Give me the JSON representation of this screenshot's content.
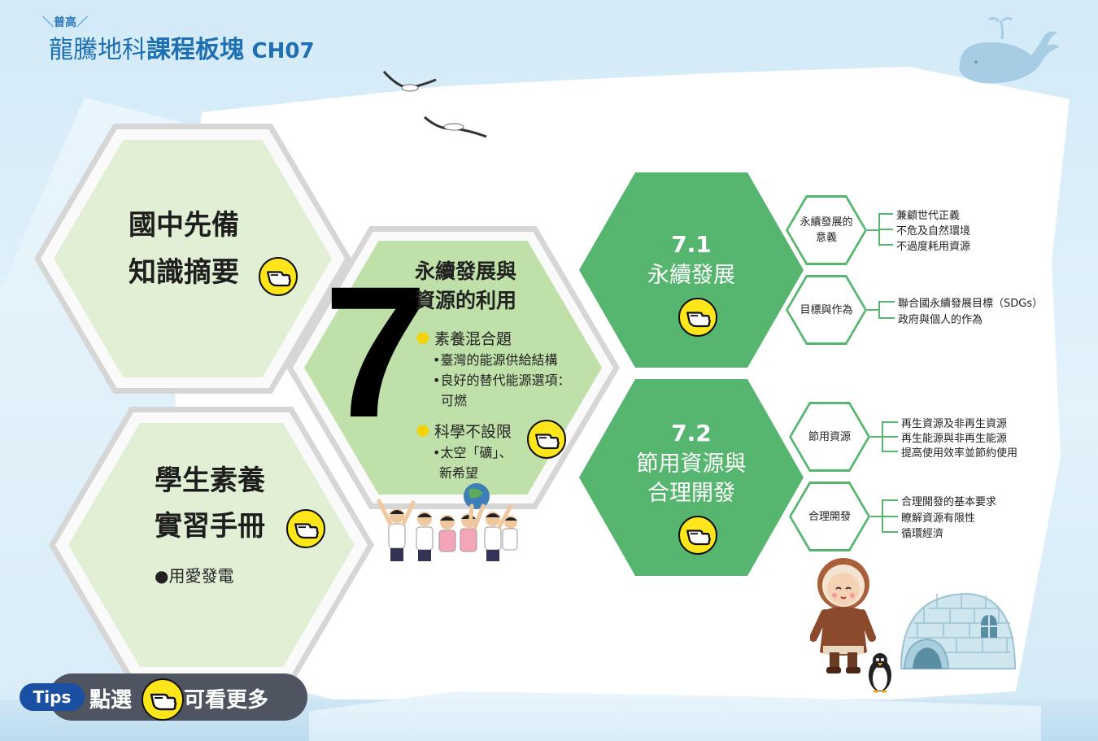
{
  "header": {
    "sub_label": "普高",
    "title_light": "龍騰地科",
    "title_bold": "課程板塊",
    "chapter": "CH07"
  },
  "left_hexes": {
    "prereq": {
      "line1": "國中先備",
      "line2": "知識摘要"
    },
    "workbook": {
      "line1": "學生素養",
      "line2": "實習手冊",
      "bullet": "●用愛發電"
    }
  },
  "center_hex": {
    "chapter_number": "7",
    "title_line1": "永續發展與",
    "title_line2": "資源的利用",
    "section1": {
      "heading": "素養混合題",
      "items": [
        "•臺灣的能源供給結構",
        "•良好的替代能源選項：",
        "可燃"
      ]
    },
    "section2": {
      "heading": "科學不設限",
      "items": [
        "•太空「礦」、",
        "新希望"
      ]
    }
  },
  "sections": [
    {
      "number": "7.1",
      "label_lines": [
        "永續發展"
      ],
      "topics": [
        {
          "name_lines": [
            "永續發展的",
            "意義"
          ],
          "points": [
            "兼顧世代正義",
            "不危及自然環境",
            "不過度耗用資源"
          ]
        },
        {
          "name_lines": [
            "目標與作為"
          ],
          "points": [
            "聯合國永續發展目標（SDGs）",
            "政府與個人的作為"
          ]
        }
      ]
    },
    {
      "number": "7.2",
      "label_lines": [
        "節用資源與",
        "合理開發"
      ],
      "topics": [
        {
          "name_lines": [
            "節用資源"
          ],
          "points": [
            "再生資源及非再生資源",
            "再生能源與非再生能源",
            "提高使用效率並節約使用"
          ]
        },
        {
          "name_lines": [
            "合理開發"
          ],
          "points": [
            "合理開發的基本要求",
            "瞭解資源有限性",
            "循環經濟"
          ]
        }
      ]
    }
  ],
  "tips": {
    "badge": "Tips",
    "text_before": "點選",
    "text_after": "可看更多"
  },
  "icons": {
    "pointer": "pointing-hand-icon",
    "whale": "whale-icon",
    "bird": "seagull-icon",
    "igloo": "igloo-icon",
    "penguin": "penguin-icon",
    "eskimo": "eskimo-child-icon",
    "kids": "children-photo",
    "globe": "globe-icon"
  },
  "colors": {
    "green": "#56b56e",
    "light_green": "#e1efd4",
    "mid_green": "#bfe0a8",
    "yellow": "#ffe61a",
    "title_blue": "#1f6fb3"
  }
}
